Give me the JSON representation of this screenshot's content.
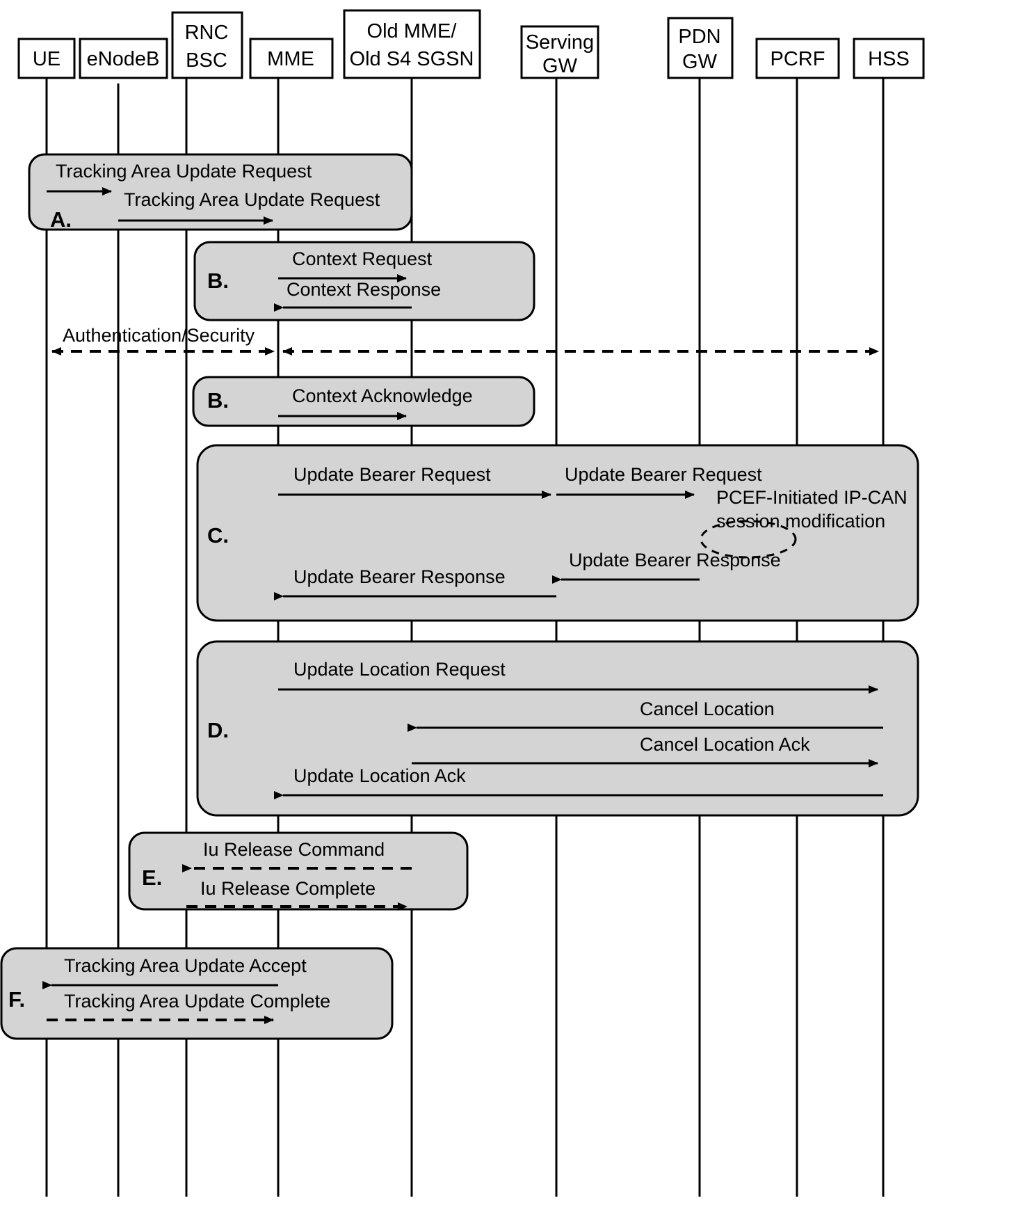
{
  "diagram": {
    "title": "Tracking Area Update procedure sequence diagram",
    "type": "sequence-diagram",
    "background": "#ffffff",
    "group_fill": "#d4d4d4",
    "stroke": "#000000"
  },
  "lifelines": [
    {
      "id": "ue",
      "label": "UE",
      "lines": [
        "UE"
      ]
    },
    {
      "id": "enodeb",
      "label": "eNodeB",
      "lines": [
        "eNodeB"
      ]
    },
    {
      "id": "rncbsc",
      "label": "RNC BSC",
      "lines": [
        "RNC",
        "BSC"
      ]
    },
    {
      "id": "mme",
      "label": "MME",
      "lines": [
        "MME"
      ]
    },
    {
      "id": "oldmme",
      "label": "Old MME/ Old S4 SGSN",
      "lines": [
        "Old MME/",
        "Old S4 SGSN"
      ]
    },
    {
      "id": "sgw",
      "label": "Serving GW",
      "lines": [
        "Serving",
        "GW"
      ]
    },
    {
      "id": "pgw",
      "label": "PDN GW",
      "lines": [
        "PDN",
        "GW"
      ]
    },
    {
      "id": "pcrf",
      "label": "PCRF",
      "lines": [
        "PCRF"
      ]
    },
    {
      "id": "hss",
      "label": "HSS",
      "lines": [
        "HSS"
      ]
    }
  ],
  "steps": [
    {
      "id": "A",
      "label": "A."
    },
    {
      "id": "B1",
      "label": "B."
    },
    {
      "id": "B2",
      "label": "B."
    },
    {
      "id": "C",
      "label": "C."
    },
    {
      "id": "D",
      "label": "D."
    },
    {
      "id": "E",
      "label": "E."
    },
    {
      "id": "F",
      "label": "F."
    }
  ],
  "messages": [
    {
      "id": "m1",
      "text": "Tracking Area Update Request",
      "from": "ue",
      "to": "enodeb",
      "style": "solid",
      "step": "A"
    },
    {
      "id": "m2",
      "text": "Tracking Area Update Request",
      "from": "enodeb",
      "to": "mme",
      "style": "solid",
      "step": "A"
    },
    {
      "id": "m3",
      "text": "Context Request",
      "from": "mme",
      "to": "oldmme",
      "style": "solid",
      "step": "B1"
    },
    {
      "id": "m4",
      "text": "Context Response",
      "from": "oldmme",
      "to": "mme",
      "style": "solid",
      "step": "B1"
    },
    {
      "id": "m5",
      "text": "Authentication/Security",
      "from": "ue",
      "to": "hss",
      "style": "dashed",
      "step": ""
    },
    {
      "id": "m6",
      "text": "Context Acknowledge",
      "from": "mme",
      "to": "oldmme",
      "style": "solid",
      "step": "B2"
    },
    {
      "id": "m7",
      "text": "Update Bearer Request",
      "from": "mme",
      "to": "sgw",
      "style": "solid",
      "step": "C"
    },
    {
      "id": "m8",
      "text": "Update Bearer Request",
      "from": "sgw",
      "to": "pgw",
      "style": "solid",
      "step": "C"
    },
    {
      "id": "m9",
      "text": "PCEF-Initiated IP-CAN session modification",
      "from": "pgw",
      "to": "pcrf",
      "style": "ellipse",
      "step": "C"
    },
    {
      "id": "m10",
      "text": "Update Bearer Response",
      "from": "pgw",
      "to": "sgw",
      "style": "solid",
      "step": "C"
    },
    {
      "id": "m11",
      "text": "Update Bearer Response",
      "from": "sgw",
      "to": "mme",
      "style": "solid",
      "step": "C"
    },
    {
      "id": "m12",
      "text": "Update Location Request",
      "from": "mme",
      "to": "hss",
      "style": "solid",
      "step": "D"
    },
    {
      "id": "m13",
      "text": "Cancel Location",
      "from": "hss",
      "to": "oldmme",
      "style": "solid",
      "step": "D"
    },
    {
      "id": "m14",
      "text": "Cancel Location Ack",
      "from": "oldmme",
      "to": "hss",
      "style": "solid",
      "step": "D"
    },
    {
      "id": "m15",
      "text": "Update Location Ack",
      "from": "hss",
      "to": "mme",
      "style": "solid",
      "step": "D"
    },
    {
      "id": "m16",
      "text": "Iu Release Command",
      "from": "oldmme",
      "to": "rncbsc",
      "style": "dashed",
      "step": "E"
    },
    {
      "id": "m17",
      "text": "Iu Release Complete",
      "from": "rncbsc",
      "to": "oldmme",
      "style": "dashed",
      "step": "E"
    },
    {
      "id": "m18",
      "text": "Tracking Area Update Accept",
      "from": "mme",
      "to": "ue",
      "style": "solid",
      "step": "F"
    },
    {
      "id": "m19",
      "text": "Tracking Area Update Complete",
      "from": "ue",
      "to": "mme",
      "style": "dashed",
      "step": "F"
    }
  ],
  "pcef_note": {
    "line1": "PCEF-Initiated IP-CAN",
    "line2": "session modification"
  }
}
